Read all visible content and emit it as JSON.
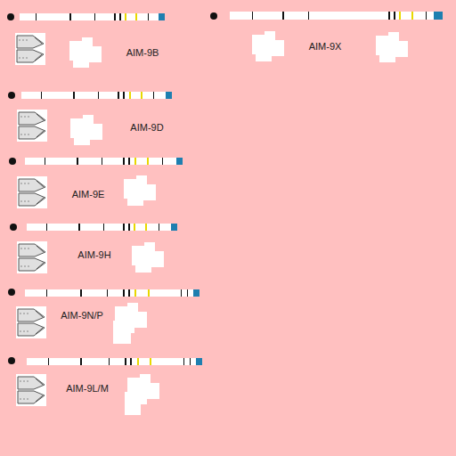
{
  "diagram": {
    "labels": [
      "AIM-9B",
      "AIM-9X",
      "AIM-9D",
      "AIM-9E",
      "AIM-9H",
      "AIM-9N/P",
      "AIM-9L/M"
    ]
  }
}
